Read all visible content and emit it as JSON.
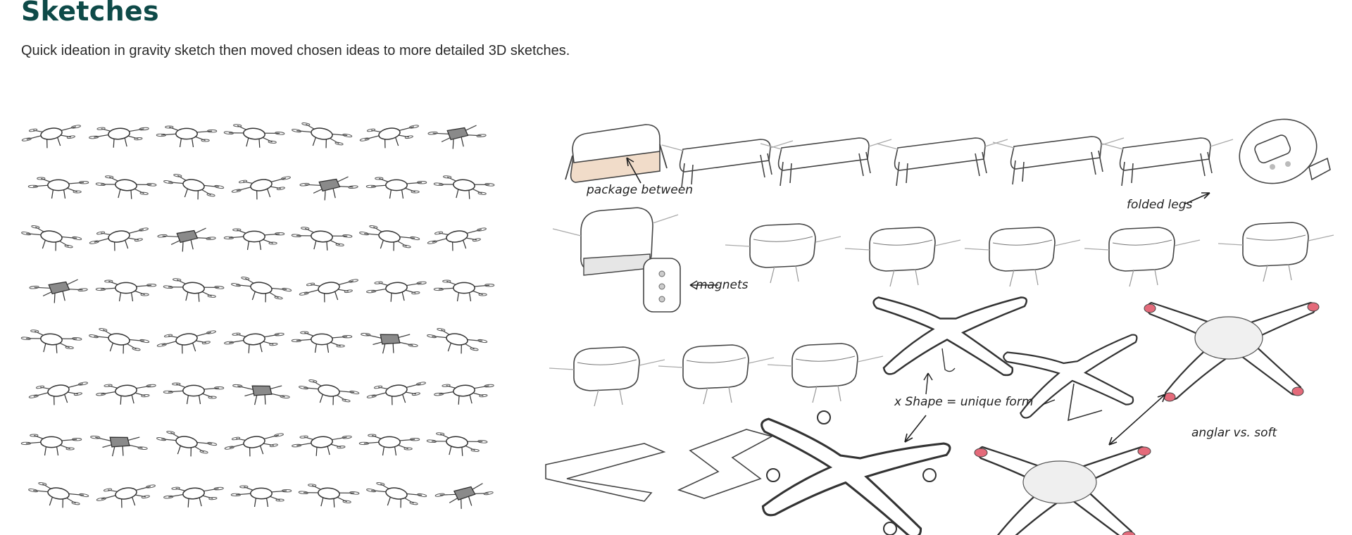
{
  "page": {
    "title": "Sketches",
    "subtitle": "Quick ideation in gravity sketch then moved chosen ideas to more detailed 3D sketches."
  },
  "annotations": {
    "package_between": "package between",
    "folded_legs": "folded legs",
    "magnets": "magnets",
    "x_shape": "x Shape = unique form",
    "angular_soft": "anglar vs. soft"
  },
  "colors": {
    "title": "#0e4a48",
    "text": "#2a2a2a",
    "line": "#444444",
    "package_fill": "#f1dcc9",
    "motor_red": "#e46a7a"
  }
}
